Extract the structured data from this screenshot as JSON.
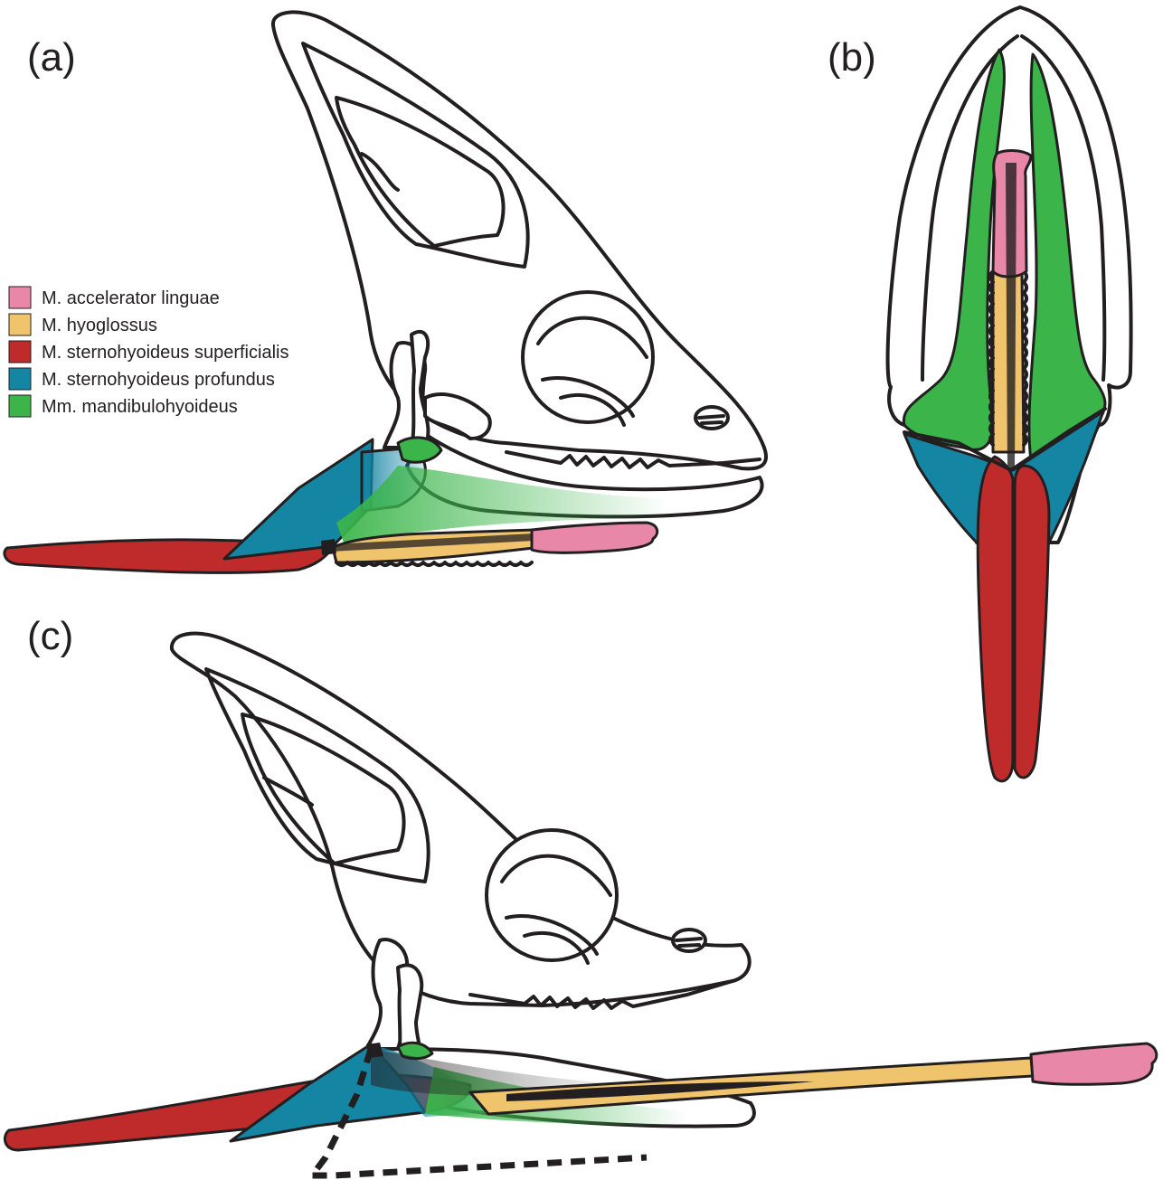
{
  "panels": {
    "a": "(a)",
    "b": "(b)",
    "c": "(c)"
  },
  "legend": [
    {
      "label": "M. accelerator linguae",
      "color": "#e887a8"
    },
    {
      "label": "M. hyoglossus",
      "color": "#efc46c"
    },
    {
      "label": "M. sternohyoideus superficialis",
      "color": "#bf2a2a"
    },
    {
      "label": "M. sternohyoideus profundus",
      "color": "#1585a4"
    },
    {
      "label": "Mm. mandibulohyoideus",
      "color": "#3bb54a"
    }
  ],
  "colors": {
    "outline": "#231f20",
    "bone": "#ffffff"
  }
}
